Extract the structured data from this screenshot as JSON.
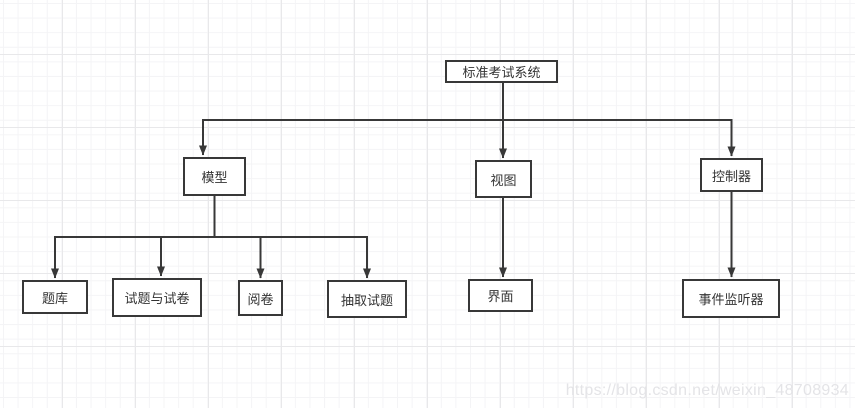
{
  "diagram": {
    "nodes": {
      "root": {
        "label": "标准考试系统"
      },
      "model": {
        "label": "模型"
      },
      "view": {
        "label": "视图"
      },
      "controller": {
        "label": "控制器"
      },
      "question_bank": {
        "label": "题库"
      },
      "questions_papers": {
        "label": "试题与试卷"
      },
      "grading": {
        "label": "阅卷"
      },
      "extract_questions": {
        "label": "抽取试题"
      },
      "interface": {
        "label": "界面"
      },
      "event_listener": {
        "label": "事件监听器"
      }
    },
    "edges": [
      {
        "from": "root",
        "to": "model"
      },
      {
        "from": "root",
        "to": "view"
      },
      {
        "from": "root",
        "to": "controller"
      },
      {
        "from": "model",
        "to": "question_bank"
      },
      {
        "from": "model",
        "to": "questions_papers"
      },
      {
        "from": "model",
        "to": "grading"
      },
      {
        "from": "model",
        "to": "extract_questions"
      },
      {
        "from": "view",
        "to": "interface"
      },
      {
        "from": "controller",
        "to": "event_listener"
      }
    ],
    "colors": {
      "node_border": "#383838",
      "node_fill": "#ffffff",
      "node_text": "#333333",
      "connector": "#383838",
      "grid_minor": "#f4f4f6",
      "grid_major": "#e8e8ea",
      "canvas_background": "#ffffff",
      "watermark_text": "#e4e4e7"
    }
  },
  "watermark": {
    "text": "https://blog.csdn.net/weixin_48708934"
  }
}
